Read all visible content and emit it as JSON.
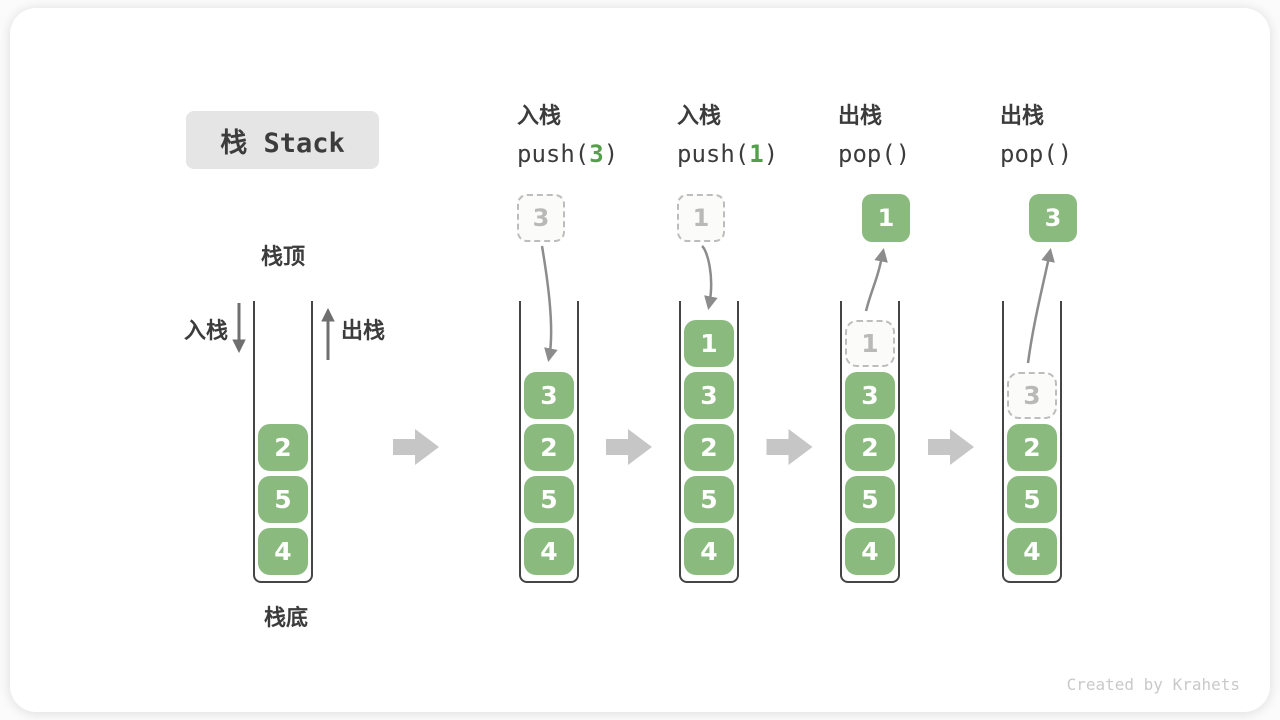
{
  "title": "栈 Stack",
  "watermark": "Created by Krahets",
  "side_labels": {
    "stack_top": "栈顶",
    "stack_bottom": "栈底",
    "push_label": "入栈",
    "pop_label": "出栈"
  },
  "colors": {
    "box_green": "#8ABA7E",
    "box_text": "#FFFFFF",
    "arg_green": "#52A049",
    "text_dark": "#3C3C3C",
    "arrow_gray": "#8C8C8C",
    "block_arrow_gray": "#C6C6C6",
    "dashed_border": "#BDBDBD",
    "dashed_text": "#B9B9B9",
    "dashed_bg": "#FBFBF9",
    "title_bg": "#E5E5E5",
    "wall_dark": "#454545",
    "watermark_gray": "#C9C9C9"
  },
  "columns": [
    {
      "name": "stack-initial",
      "header": null,
      "float_box": null,
      "arrow": null,
      "cells": [
        {
          "value": "4",
          "type": "solid"
        },
        {
          "value": "5",
          "type": "solid"
        },
        {
          "value": "2",
          "type": "solid"
        }
      ]
    },
    {
      "name": "stack-after-push-3",
      "header": {
        "line1": "入栈",
        "op_prefix": "push(",
        "op_arg": "3",
        "op_suffix": ")"
      },
      "float_box": {
        "value": "3",
        "type": "dashed"
      },
      "arrow": "push",
      "cells": [
        {
          "value": "4",
          "type": "solid"
        },
        {
          "value": "5",
          "type": "solid"
        },
        {
          "value": "2",
          "type": "solid"
        },
        {
          "value": "3",
          "type": "solid"
        }
      ]
    },
    {
      "name": "stack-after-push-1",
      "header": {
        "line1": "入栈",
        "op_prefix": "push(",
        "op_arg": "1",
        "op_suffix": ")"
      },
      "float_box": {
        "value": "1",
        "type": "dashed"
      },
      "arrow": "push",
      "cells": [
        {
          "value": "4",
          "type": "solid"
        },
        {
          "value": "5",
          "type": "solid"
        },
        {
          "value": "2",
          "type": "solid"
        },
        {
          "value": "3",
          "type": "solid"
        },
        {
          "value": "1",
          "type": "solid"
        }
      ]
    },
    {
      "name": "stack-after-pop-1",
      "header": {
        "line1": "出栈",
        "op_prefix": "pop()",
        "op_arg": "",
        "op_suffix": ""
      },
      "float_box": {
        "value": "1",
        "type": "solid"
      },
      "arrow": "pop",
      "cells": [
        {
          "value": "4",
          "type": "solid"
        },
        {
          "value": "5",
          "type": "solid"
        },
        {
          "value": "2",
          "type": "solid"
        },
        {
          "value": "3",
          "type": "solid"
        },
        {
          "value": "1",
          "type": "dashed"
        }
      ]
    },
    {
      "name": "stack-after-pop-3",
      "header": {
        "line1": "出栈",
        "op_prefix": "pop()",
        "op_arg": "",
        "op_suffix": ""
      },
      "float_box": {
        "value": "3",
        "type": "solid"
      },
      "arrow": "pop",
      "cells": [
        {
          "value": "4",
          "type": "solid"
        },
        {
          "value": "5",
          "type": "solid"
        },
        {
          "value": "2",
          "type": "solid"
        },
        {
          "value": "3",
          "type": "dashed"
        }
      ]
    }
  ]
}
